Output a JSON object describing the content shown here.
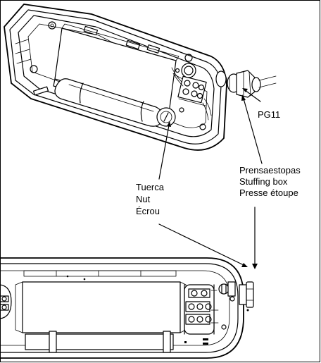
{
  "callouts": {
    "gland_size": "PG11",
    "gland": {
      "es": "Prensaestopas",
      "en": "Stuffing box",
      "fr": "Presse étoupe"
    },
    "nut": {
      "es": "Tuerca",
      "en": "Nut",
      "fr": "Écrou"
    }
  }
}
